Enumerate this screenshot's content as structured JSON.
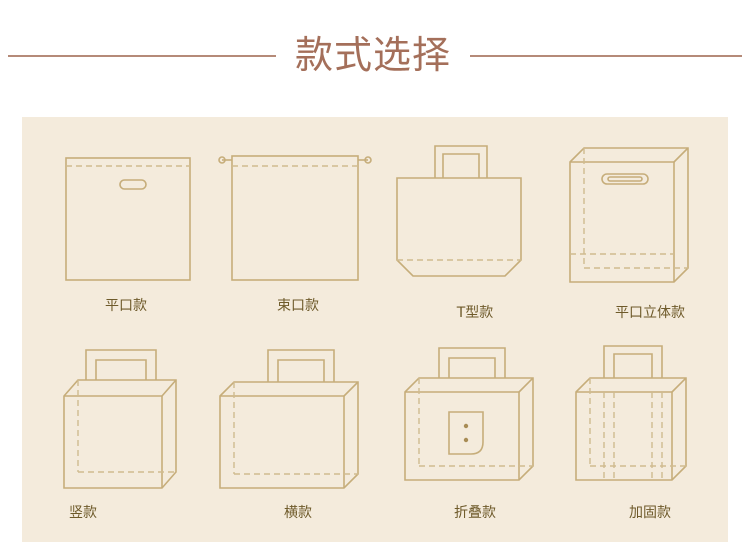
{
  "header": {
    "title": "款式选择"
  },
  "styles": [
    {
      "label": "平口款",
      "icon": "flat-bag-icon"
    },
    {
      "label": "束口款",
      "icon": "drawstring-bag-icon"
    },
    {
      "label": "T型款",
      "icon": "t-shirt-bag-icon"
    },
    {
      "label": "平口立体款",
      "icon": "flat-3d-bag-icon"
    },
    {
      "label": "竖款",
      "icon": "vertical-tote-icon"
    },
    {
      "label": "横款",
      "icon": "horizontal-tote-icon"
    },
    {
      "label": "折叠款",
      "icon": "folding-tote-icon"
    },
    {
      "label": "加固款",
      "icon": "reinforced-tote-icon"
    }
  ],
  "colors": {
    "accent": "#a46f5a",
    "panel": "#f4ebdc",
    "line": "#c6ad7a",
    "label": "#6e5a2a"
  }
}
